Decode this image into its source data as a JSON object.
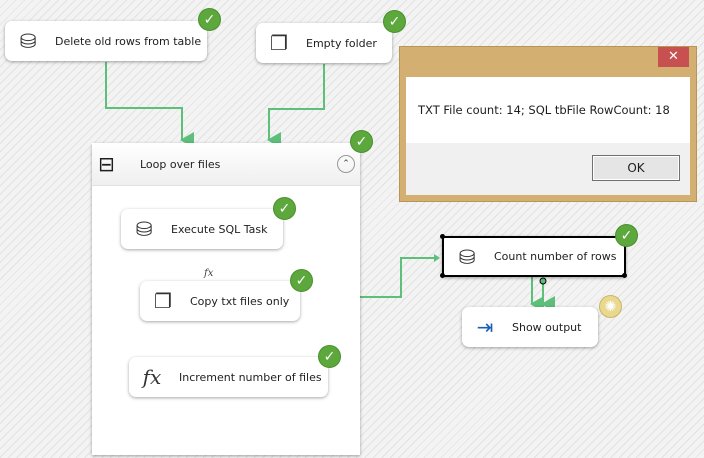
{
  "tasks": {
    "delete_rows": {
      "label": "Delete old rows from table",
      "status": "success"
    },
    "empty_folder": {
      "label": "Empty folder",
      "status": "success"
    },
    "loop": {
      "label": "Loop over files",
      "status": "success"
    },
    "execute_sql": {
      "label": "Execute SQL Task",
      "status": "success"
    },
    "copy_txt": {
      "label": "Copy txt files only",
      "status": "success"
    },
    "increment": {
      "label": "Increment number of files",
      "status": "success"
    },
    "count_rows": {
      "label": "Count number of rows",
      "status": "success"
    },
    "show_output": {
      "label": "Show output",
      "status": "running"
    }
  },
  "expression_marker": "fx",
  "dialog": {
    "message": "TXT File count: 14; SQL tbFile RowCount: 18",
    "ok_label": "OK",
    "close_glyph": "✕"
  },
  "colors": {
    "success": "#5ca83c",
    "connector": "#5dbf7a",
    "dialog_frame": "#d3b072",
    "close": "#c75050"
  }
}
